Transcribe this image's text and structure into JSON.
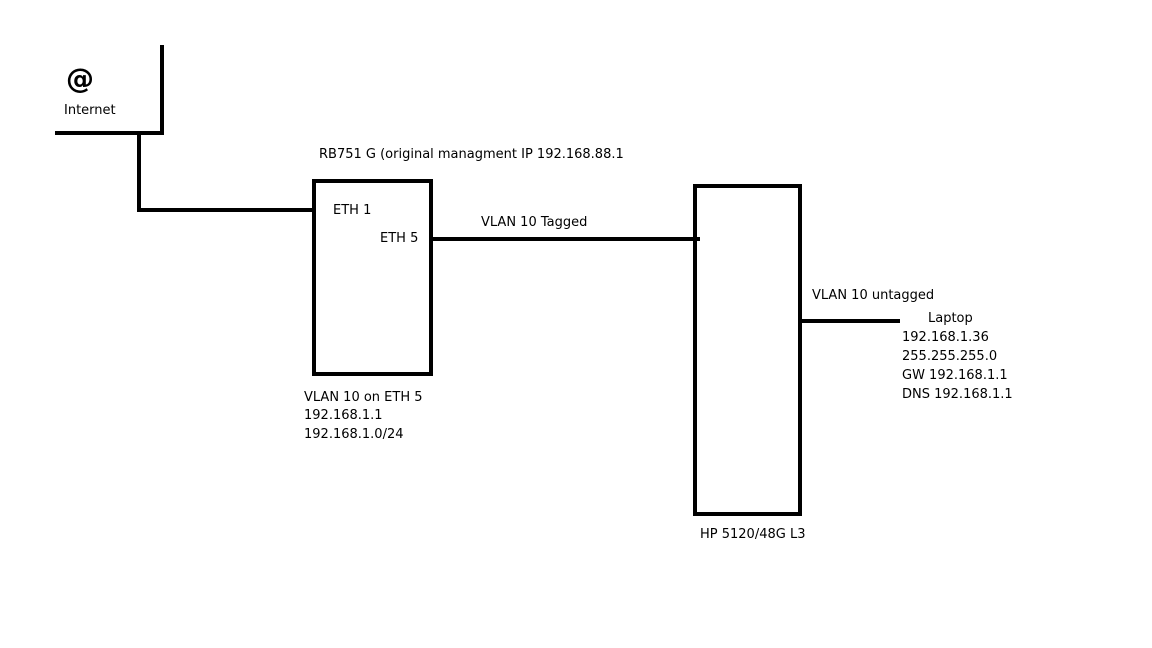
{
  "internet": {
    "symbol": "@",
    "label": "Internet"
  },
  "router": {
    "title": "RB751 G  (original managment IP 192.168.88.1",
    "port_wan": "ETH 1",
    "port_lan": "ETH 5",
    "config": [
      "VLAN 10 on ETH 5",
      "192.168.1.1",
      "192.168.1.0/24"
    ]
  },
  "trunk_link": {
    "label": "VLAN 10 Tagged"
  },
  "switch": {
    "label": "HP 5120/48G L3"
  },
  "access_link": {
    "label": "VLAN 10 untagged"
  },
  "laptop": {
    "title": "Laptop",
    "ip": "192.168.1.36",
    "mask": "255.255.255.0",
    "gateway": "GW 192.168.1.1",
    "dns": "DNS 192.168.1.1"
  }
}
